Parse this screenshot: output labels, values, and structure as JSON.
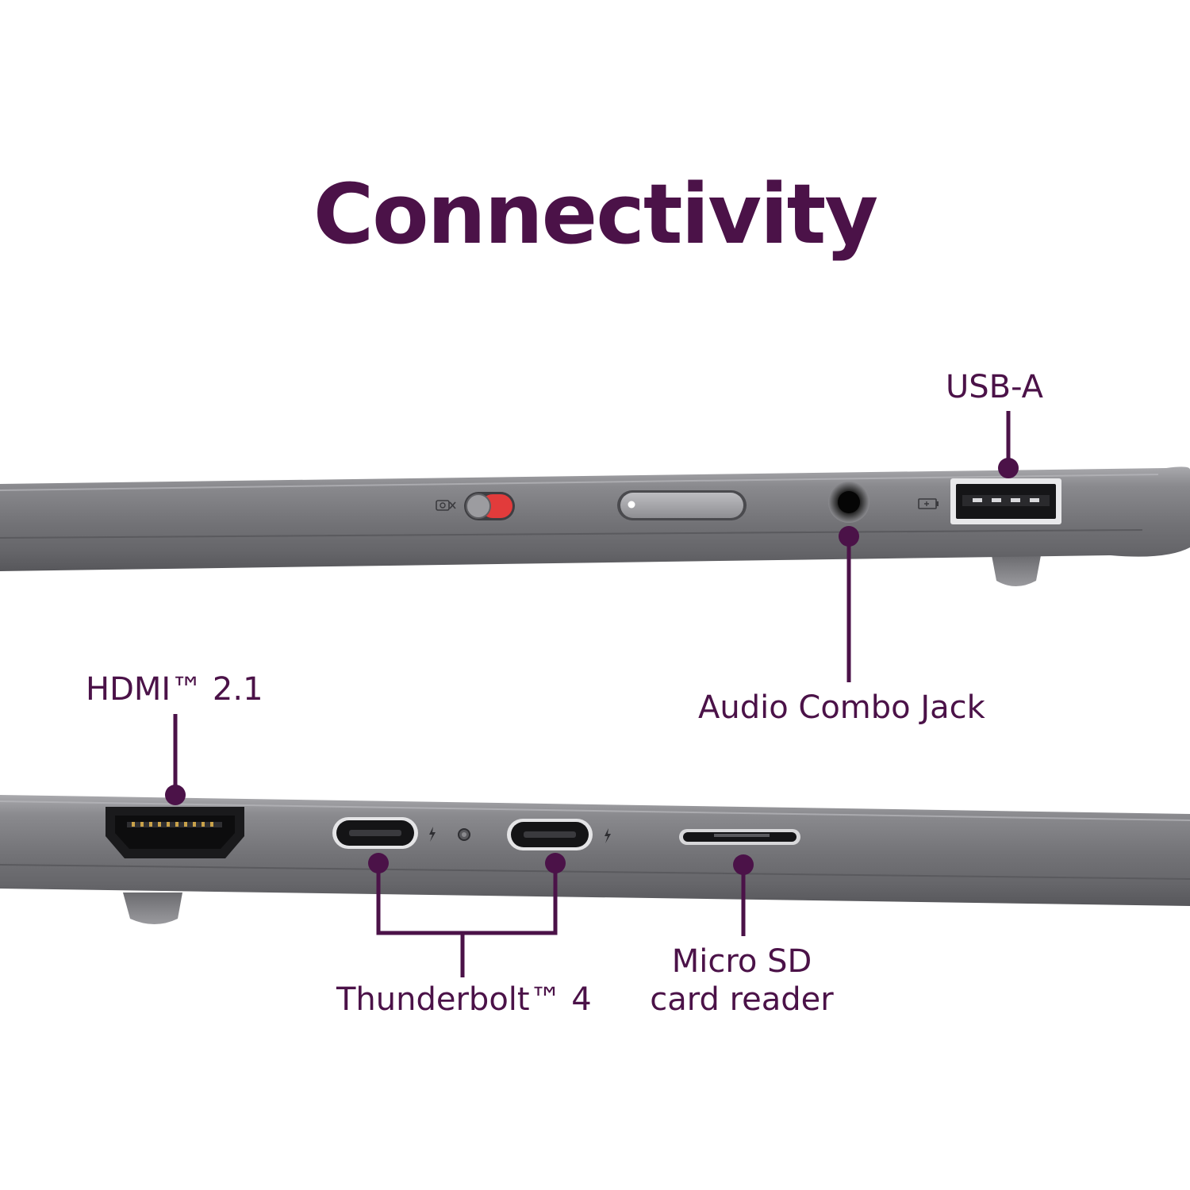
{
  "title": "Connectivity",
  "colors": {
    "brand": "#4b1248",
    "chassis": "#7d7d80",
    "chassis_dark": "#5e5e62",
    "chassis_light": "#a3a3a7",
    "privacy_red": "#e23b3b",
    "background": "#ffffff"
  },
  "top_side": {
    "ports": [
      {
        "id": "privacy-shutter",
        "icon": "camera-off-icon"
      },
      {
        "id": "power-button",
        "icon": "power-led-icon"
      },
      {
        "id": "audio-combo-jack",
        "label": "Audio Combo Jack"
      },
      {
        "id": "usb-a",
        "label": "USB-A",
        "icon": "battery-charge-icon"
      }
    ]
  },
  "bottom_side": {
    "ports": [
      {
        "id": "hdmi",
        "label": "HDMI™ 2.1"
      },
      {
        "id": "thunderbolt",
        "label": "Thunderbolt™ 4",
        "count": 2,
        "icon": "lightning-icon"
      },
      {
        "id": "microsd",
        "label_lines": [
          "Micro SD",
          "card reader"
        ]
      }
    ]
  }
}
